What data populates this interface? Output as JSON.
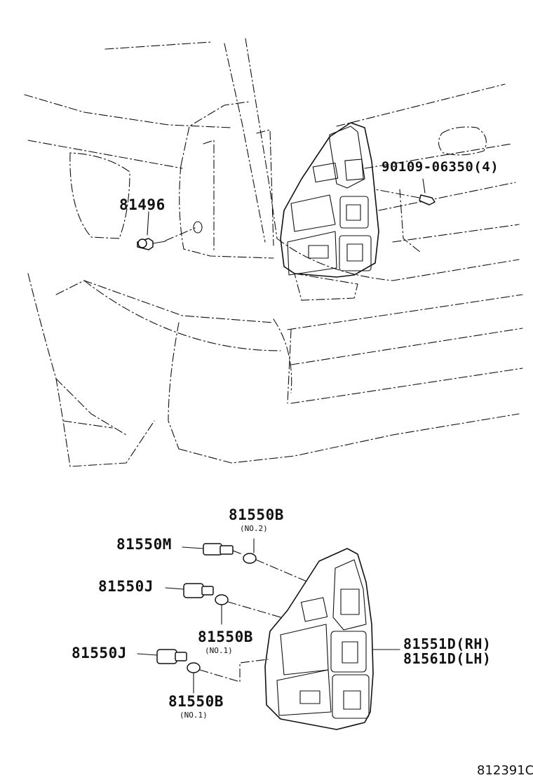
{
  "diagram": {
    "parts": {
      "clip": {
        "number": "81496"
      },
      "screw": {
        "number": "90109-06350(4)"
      },
      "socket_m": {
        "number": "81550M"
      },
      "socket_j_upper": {
        "number": "81550J"
      },
      "socket_j_lower": {
        "number": "81550J"
      },
      "bulb_no2": {
        "number": "81550B",
        "note": "(NO.2)"
      },
      "bulb_no1_upper": {
        "number": "81550B",
        "note": "(NO.1)"
      },
      "bulb_no1_lower": {
        "number": "81550B",
        "note": "(NO.1)"
      },
      "lamp_rh": {
        "number": "81551D(RH)"
      },
      "lamp_lh": {
        "number": "81561D(LH)"
      }
    },
    "figure_id": "812391C"
  }
}
